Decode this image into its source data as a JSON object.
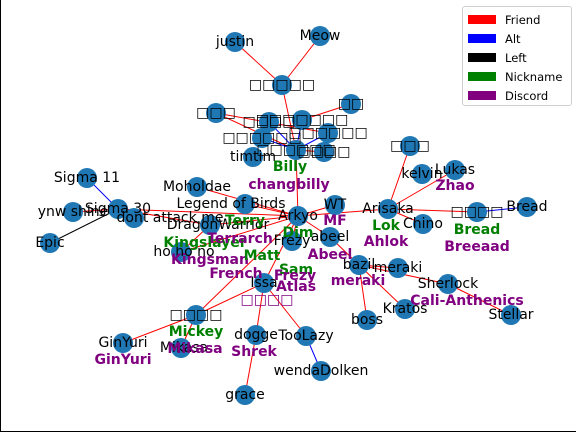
{
  "legend": [
    {
      "label": "Friend",
      "color": "#ff0000"
    },
    {
      "label": "Alt",
      "color": "#0000ff"
    },
    {
      "label": "Left",
      "color": "#000000"
    },
    {
      "label": "Nickname",
      "color": "#008000"
    },
    {
      "label": "Discord",
      "color": "#800080"
    }
  ],
  "node_color": "#1f77b4",
  "nodes": [
    {
      "id": "justin",
      "label": "justin"
    },
    {
      "id": "meow",
      "label": "Meow"
    },
    {
      "id": "box1",
      "label": "□□□□□"
    },
    {
      "id": "box2",
      "label": "□□□"
    },
    {
      "id": "box3",
      "label": "□□"
    },
    {
      "id": "box4",
      "label": "□□□□□□□"
    },
    {
      "id": "box5",
      "label": "□□□□□□"
    },
    {
      "id": "box6",
      "label": "□□□□□□"
    },
    {
      "id": "box7",
      "label": "□□□□□□"
    },
    {
      "id": "box8",
      "label": "□□□□"
    },
    {
      "id": "timtim",
      "label": "timtim"
    },
    {
      "id": "box9",
      "label": "□□□□"
    },
    {
      "id": "sigma11",
      "label": "Sigma 11"
    },
    {
      "id": "ynw",
      "label": "ynw shine"
    },
    {
      "id": "sigma30",
      "label": "Sigma 30"
    },
    {
      "id": "epic",
      "label": "Epic"
    },
    {
      "id": "dont",
      "label": "dont attack me"
    },
    {
      "id": "moholdae",
      "label": "Moholdae"
    },
    {
      "id": "legend_birds",
      "label": "Legend of Birds"
    },
    {
      "id": "dragonwarrior",
      "label": "DragonWarrior"
    },
    {
      "id": "hohono",
      "label": "ho ho no"
    },
    {
      "id": "arkyo",
      "label": "Arkyo"
    },
    {
      "id": "wt",
      "label": "WT"
    },
    {
      "id": "frezy",
      "label": "Frezy"
    },
    {
      "id": "abeel",
      "label": "abeel"
    },
    {
      "id": "arisaka",
      "label": "Arisaka"
    },
    {
      "id": "chino",
      "label": "Chino"
    },
    {
      "id": "kelvin",
      "label": "kelvin"
    },
    {
      "id": "lukas",
      "label": "Lukas"
    },
    {
      "id": "box10",
      "label": "□□□"
    },
    {
      "id": "box11",
      "label": "□□□□"
    },
    {
      "id": "bread",
      "label": "Bread"
    },
    {
      "id": "bazil",
      "label": "bazil"
    },
    {
      "id": "meraki",
      "label": "meraki"
    },
    {
      "id": "sherlock",
      "label": "Sherlock"
    },
    {
      "id": "kratos",
      "label": "Kratos"
    },
    {
      "id": "stellar",
      "label": "Stellar"
    },
    {
      "id": "boss",
      "label": "boss"
    },
    {
      "id": "issa",
      "label": "Issa"
    },
    {
      "id": "box12",
      "label": "□□□□"
    },
    {
      "id": "ginyuri",
      "label": "GinYuri"
    },
    {
      "id": "mikasa",
      "label": "Mikasa"
    },
    {
      "id": "dogge",
      "label": "dogge"
    },
    {
      "id": "toolazy",
      "label": "TooLazy"
    },
    {
      "id": "wendadolken",
      "label": "wendaDolken"
    },
    {
      "id": "grace",
      "label": "grace"
    }
  ],
  "edges": [
    {
      "from": "justin",
      "to": "box1",
      "type": "Friend"
    },
    {
      "from": "meow",
      "to": "box1",
      "type": "Friend"
    },
    {
      "from": "box1",
      "to": "box5",
      "type": "Friend"
    },
    {
      "from": "box2",
      "to": "box5",
      "type": "Friend"
    },
    {
      "from": "box3",
      "to": "box4",
      "type": "Friend"
    },
    {
      "from": "box4",
      "to": "box5",
      "type": "Alt"
    },
    {
      "from": "box6",
      "to": "box5",
      "type": "Alt"
    },
    {
      "from": "box7",
      "to": "box5",
      "type": "Alt"
    },
    {
      "from": "box2",
      "to": "box7",
      "type": "Friend"
    },
    {
      "from": "box8",
      "to": "box5",
      "type": "Alt"
    },
    {
      "from": "box5",
      "to": "arkyo",
      "type": "Friend"
    },
    {
      "from": "box9",
      "to": "box5",
      "type": "Friend"
    },
    {
      "from": "sigma11",
      "to": "sigma30",
      "type": "Alt"
    },
    {
      "from": "ynw",
      "to": "sigma30",
      "type": "Friend"
    },
    {
      "from": "epic",
      "to": "sigma30",
      "type": "Left"
    },
    {
      "from": "sigma30",
      "to": "dragonwarrior",
      "type": "Friend"
    },
    {
      "from": "sigma30",
      "to": "arkyo",
      "type": "Friend"
    },
    {
      "from": "moholdae",
      "to": "arkyo",
      "type": "Friend"
    },
    {
      "from": "legend_birds",
      "to": "arkyo",
      "type": "Friend"
    },
    {
      "from": "dragonwarrior",
      "to": "arkyo",
      "type": "Friend"
    },
    {
      "from": "hohono",
      "to": "arkyo",
      "type": "Friend"
    },
    {
      "from": "wt",
      "to": "arkyo",
      "type": "Friend"
    },
    {
      "from": "arkyo",
      "to": "frezy",
      "type": "Friend"
    },
    {
      "from": "arkyo",
      "to": "abeel",
      "type": "Friend"
    },
    {
      "from": "arkyo",
      "to": "arisaka",
      "type": "Friend"
    },
    {
      "from": "arkyo",
      "to": "issa",
      "type": "Friend"
    },
    {
      "from": "arkyo",
      "to": "box12",
      "type": "Friend"
    },
    {
      "from": "arisaka",
      "to": "chino",
      "type": "Friend"
    },
    {
      "from": "arisaka",
      "to": "box10",
      "type": "Friend"
    },
    {
      "from": "arisaka",
      "to": "lukas",
      "type": "Friend"
    },
    {
      "from": "arisaka",
      "to": "box11",
      "type": "Friend"
    },
    {
      "from": "box11",
      "to": "bread",
      "type": "Alt"
    },
    {
      "from": "abeel",
      "to": "bazil",
      "type": "Friend"
    },
    {
      "from": "bazil",
      "to": "meraki",
      "type": "Friend"
    },
    {
      "from": "bazil",
      "to": "sherlock",
      "type": "Friend"
    },
    {
      "from": "bazil",
      "to": "boss",
      "type": "Friend"
    },
    {
      "from": "bazil",
      "to": "kratos",
      "type": "Friend"
    },
    {
      "from": "sherlock",
      "to": "stellar",
      "type": "Friend"
    },
    {
      "from": "issa",
      "to": "box12",
      "type": "Friend"
    },
    {
      "from": "box12",
      "to": "ginyuri",
      "type": "Friend"
    },
    {
      "from": "box12",
      "to": "mikasa",
      "type": "Friend"
    },
    {
      "from": "issa",
      "to": "dogge",
      "type": "Friend"
    },
    {
      "from": "issa",
      "to": "toolazy",
      "type": "Friend"
    },
    {
      "from": "toolazy",
      "to": "wendadolken",
      "type": "Alt"
    },
    {
      "from": "dogge",
      "to": "grace",
      "type": "Friend"
    },
    {
      "from": "dragonwarrior",
      "to": "hohono",
      "type": "Friend"
    }
  ],
  "annotations": [
    {
      "text": "Billy",
      "type": "Nickname"
    },
    {
      "text": "changbilly",
      "type": "Discord"
    },
    {
      "text": "Terry",
      "type": "Nickname"
    },
    {
      "text": "Zhao",
      "type": "Discord"
    },
    {
      "text": "MF",
      "type": "Discord"
    },
    {
      "text": "Dim",
      "type": "Nickname"
    },
    {
      "text": "Kingslayer",
      "type": "Nickname"
    },
    {
      "text": "Kingsman",
      "type": "Discord"
    },
    {
      "text": "Terrarch",
      "type": "Discord"
    },
    {
      "text": "Ahlok",
      "type": "Discord"
    },
    {
      "text": "Lok",
      "type": "Nickname"
    },
    {
      "text": "Bread",
      "type": "Nickname"
    },
    {
      "text": "Breeaad",
      "type": "Discord"
    },
    {
      "text": "Matt",
      "type": "Nickname"
    },
    {
      "text": "Sam",
      "type": "Nickname"
    },
    {
      "text": "Abeel",
      "type": "Discord"
    },
    {
      "text": "French",
      "type": "Discord"
    },
    {
      "text": "Frezy",
      "type": "Discord"
    },
    {
      "text": "meraki",
      "type": "Discord"
    },
    {
      "text": "Atlas",
      "type": "Discord"
    },
    {
      "text": "□□□□",
      "type": "Discord"
    },
    {
      "text": "Cali-Anthenics",
      "type": "Discord"
    },
    {
      "text": "Mickey",
      "type": "Nickname"
    },
    {
      "text": "Mikasa",
      "type": "Discord"
    },
    {
      "text": "GinYuri",
      "type": "Discord"
    },
    {
      "text": "Shrek",
      "type": "Discord"
    }
  ]
}
